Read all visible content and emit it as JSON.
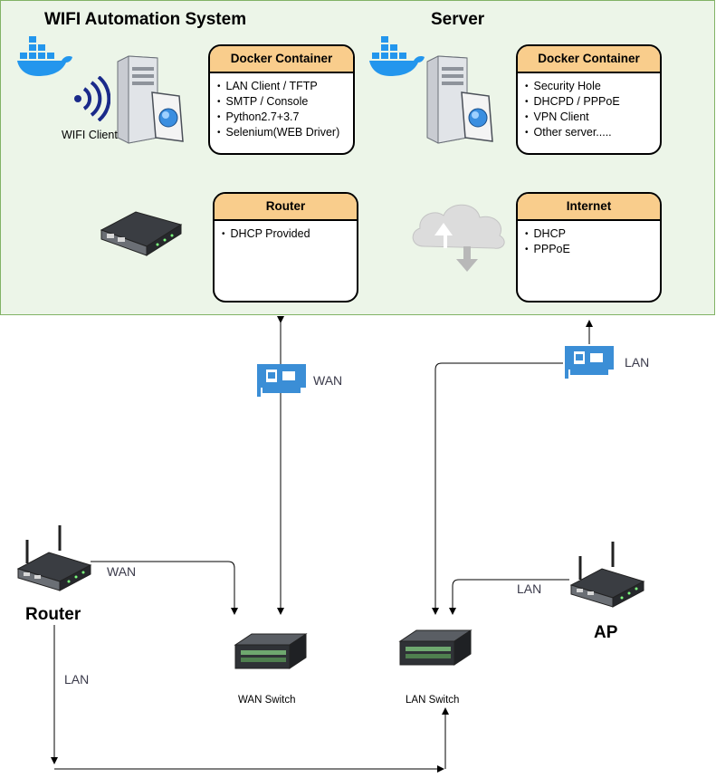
{
  "automation_system": {
    "title": "WIFI Automation System",
    "wifi_client_label": "WIFI Client",
    "docker_container": {
      "title": "Docker Container",
      "items": [
        "LAN Client / TFTP",
        "SMTP / Console",
        "Python2.7+3.7",
        "Selenium(WEB Driver)"
      ]
    },
    "router_box": {
      "title": "Router",
      "items": [
        "DHCP Provided"
      ]
    }
  },
  "server": {
    "title": "Server",
    "docker_container": {
      "title": "Docker Container",
      "items": [
        "Security Hole",
        "DHCPD / PPPoE",
        "VPN Client",
        "Other server....."
      ]
    },
    "internet_box": {
      "title": "Internet",
      "items": [
        "DHCP",
        "PPPoE"
      ]
    }
  },
  "network": {
    "wan_nic_label": "WAN",
    "lan_nic_label": "LAN",
    "router_label": "Router",
    "router_wan_label": "WAN",
    "router_lan_label": "LAN",
    "ap_label": "AP",
    "ap_lan_label": "LAN",
    "wan_switch_label": "WAN Switch",
    "lan_switch_label": "LAN Switch"
  },
  "colors": {
    "panel_fill": "#ecf5e8",
    "panel_border": "#82b366",
    "box_header": "#f9cd8c",
    "docker_blue": "#2396ed",
    "nic_blue": "#3b8ed6"
  }
}
